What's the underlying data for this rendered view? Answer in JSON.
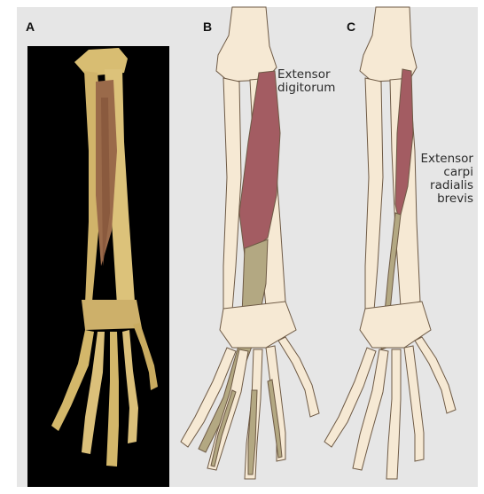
{
  "panels": [
    {
      "label": "A"
    },
    {
      "label": "B",
      "annotation_lines": [
        "Extensor",
        "digitorum"
      ]
    },
    {
      "label": "C",
      "annotation_lines": [
        "Extensor",
        "carpi",
        "radialis",
        "brevis"
      ]
    }
  ],
  "colors": {
    "background": "#e6e6e6",
    "bone": "#f6e9d4",
    "bone_outline": "#6e5a45",
    "muscle": "#a35c62",
    "tendon": "#b3a882",
    "photo_background": "#000000",
    "photo_bone": "#d3b76a"
  }
}
